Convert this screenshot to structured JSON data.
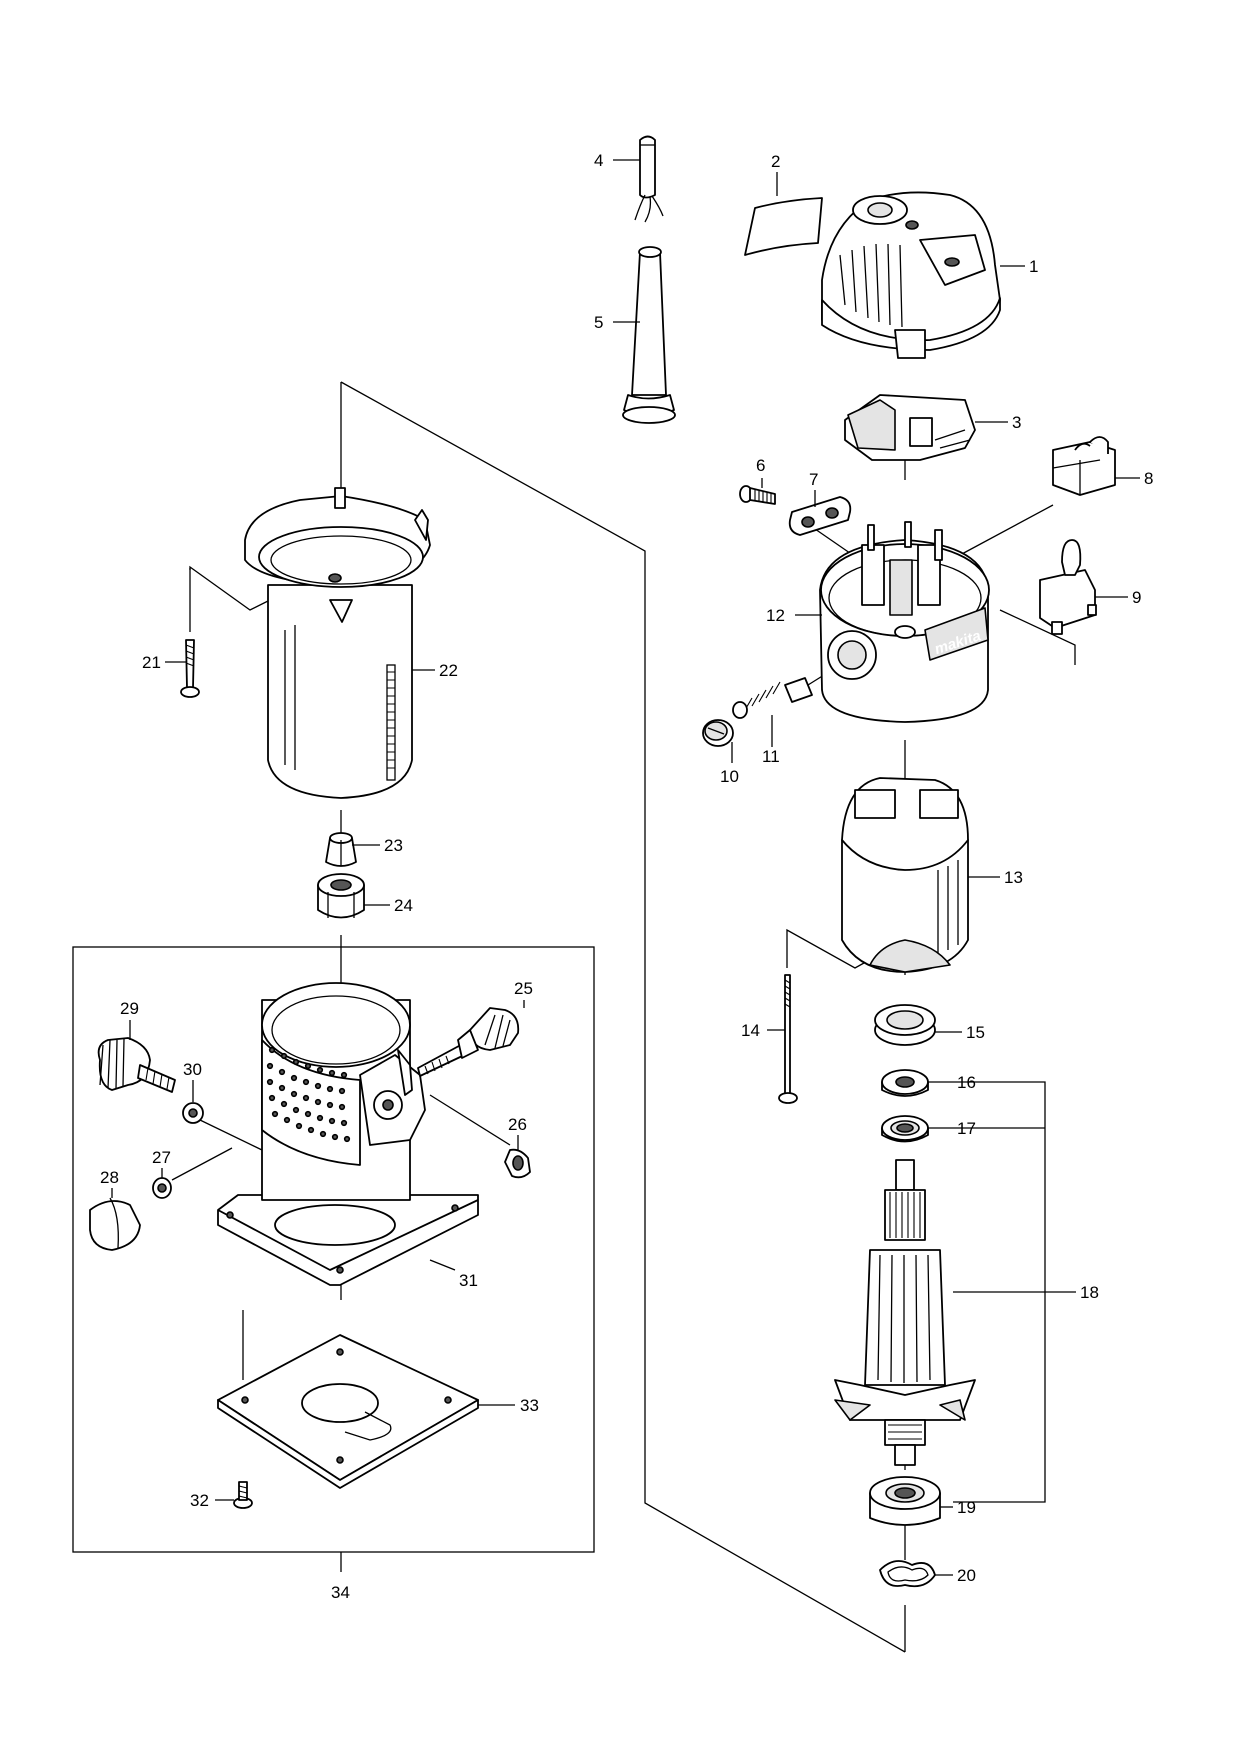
{
  "callouts": [
    {
      "id": "1",
      "label": "1"
    },
    {
      "id": "2",
      "label": "2"
    },
    {
      "id": "3",
      "label": "3"
    },
    {
      "id": "4",
      "label": "4"
    },
    {
      "id": "5",
      "label": "5"
    },
    {
      "id": "6",
      "label": "6"
    },
    {
      "id": "7",
      "label": "7"
    },
    {
      "id": "8",
      "label": "8"
    },
    {
      "id": "9",
      "label": "9"
    },
    {
      "id": "10",
      "label": "10"
    },
    {
      "id": "11",
      "label": "11"
    },
    {
      "id": "12",
      "label": "12"
    },
    {
      "id": "13",
      "label": "13"
    },
    {
      "id": "14",
      "label": "14"
    },
    {
      "id": "15",
      "label": "15"
    },
    {
      "id": "16",
      "label": "16"
    },
    {
      "id": "17",
      "label": "17"
    },
    {
      "id": "18",
      "label": "18"
    },
    {
      "id": "19",
      "label": "19"
    },
    {
      "id": "20",
      "label": "20"
    },
    {
      "id": "21",
      "label": "21"
    },
    {
      "id": "22",
      "label": "22"
    },
    {
      "id": "23",
      "label": "23"
    },
    {
      "id": "24",
      "label": "24"
    },
    {
      "id": "25",
      "label": "25"
    },
    {
      "id": "26",
      "label": "26"
    },
    {
      "id": "27",
      "label": "27"
    },
    {
      "id": "28",
      "label": "28"
    },
    {
      "id": "29",
      "label": "29"
    },
    {
      "id": "30",
      "label": "30"
    },
    {
      "id": "31",
      "label": "31"
    },
    {
      "id": "32",
      "label": "32"
    },
    {
      "id": "33",
      "label": "33"
    },
    {
      "id": "34",
      "label": "34"
    }
  ],
  "brand_mark": "makita"
}
